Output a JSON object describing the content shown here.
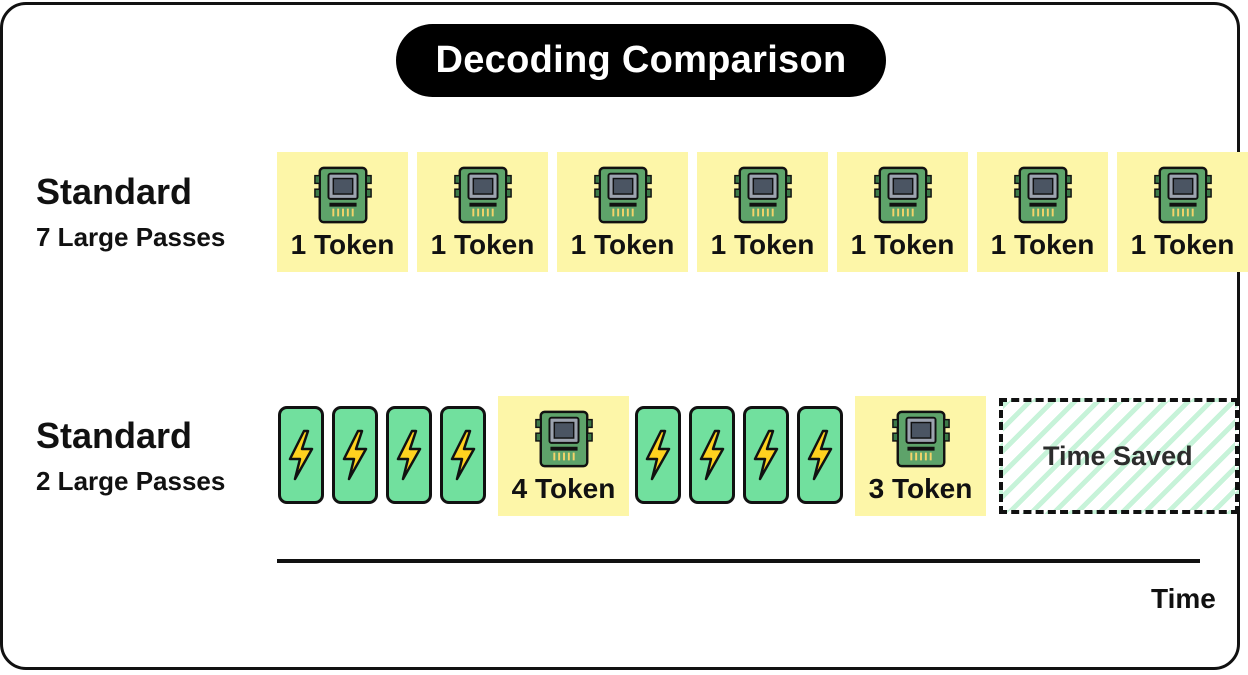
{
  "title": "Decoding Comparison",
  "rows": [
    {
      "name": "Standard",
      "subtitle": "7 Large Passes"
    },
    {
      "name": "Standard",
      "subtitle": "2 Large Passes"
    }
  ],
  "row1_tokens": [
    "1 Token",
    "1 Token",
    "1 Token",
    "1 Token",
    "1 Token",
    "1 Token",
    "1 Token"
  ],
  "row2_tokens": [
    "4 Token",
    "3 Token"
  ],
  "time_saved": "Time Saved",
  "axis_label": "Time",
  "colors": {
    "token_bg": "#fdf6a8",
    "bolt_card": "#71e09e",
    "bolt": "#ffd21f",
    "chip_board": "#5ea36a",
    "chip_core": "#4b5563",
    "stripe": "#c7f3d9"
  },
  "icons": [
    "chip-icon",
    "lightning-icon"
  ]
}
